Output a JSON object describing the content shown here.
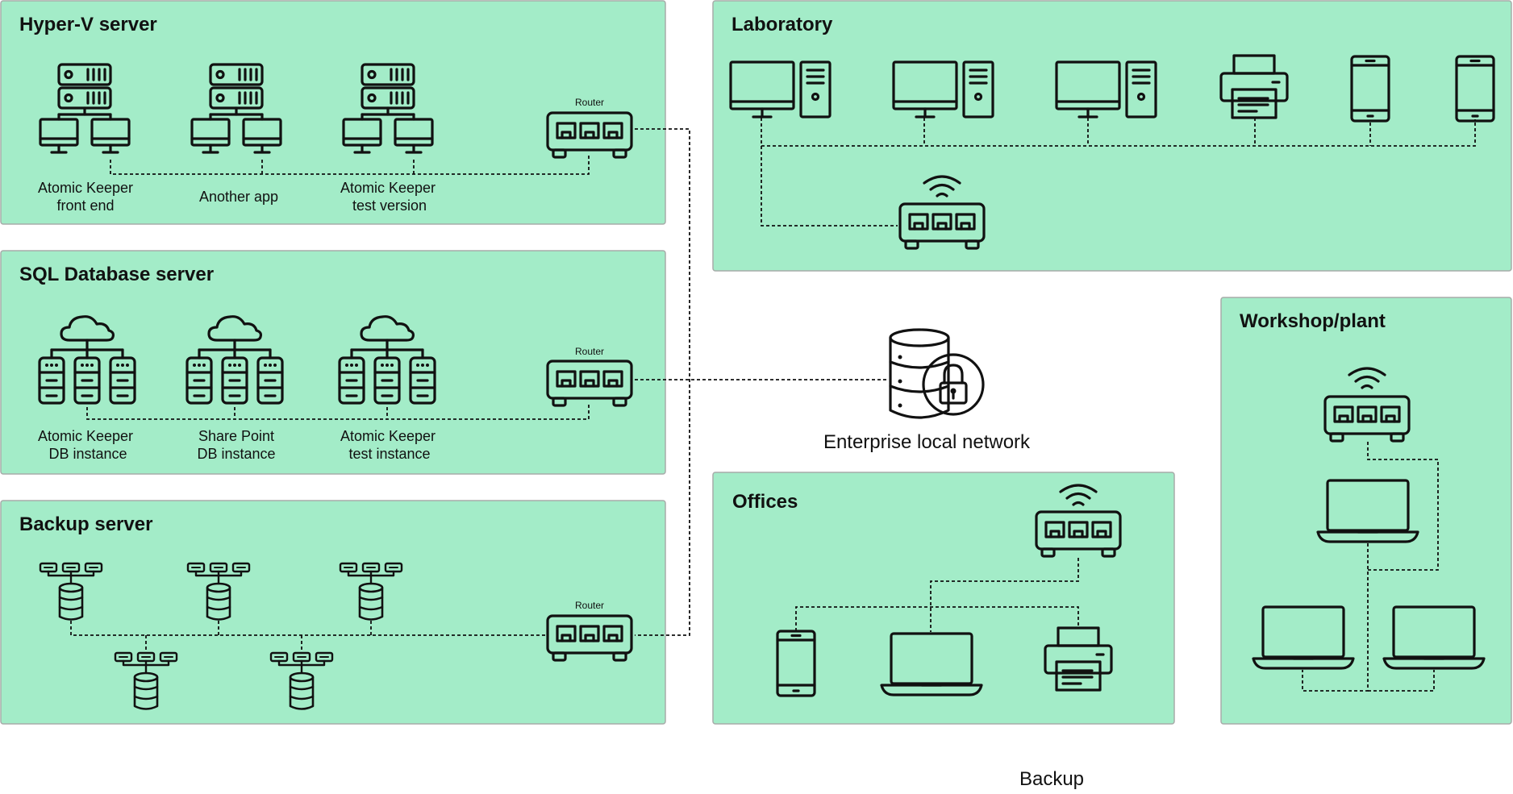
{
  "colors": {
    "panel_fill": "#a3ecc8",
    "panel_border": "#a7aba9",
    "line": "#111111"
  },
  "panels": {
    "hyperv": {
      "title": "Hyper-V server",
      "router_label": "Router",
      "apps": [
        {
          "label1": "Atomic Keeper",
          "label2": "front end"
        },
        {
          "label1": "Another app"
        },
        {
          "label1": "Atomic Keeper",
          "label2": "test version"
        }
      ]
    },
    "sql": {
      "title": "SQL Database server",
      "router_label": "Router",
      "instances": [
        {
          "label1": "Atomic Keeper",
          "label2": "DB instance"
        },
        {
          "label1": "Share Point",
          "label2": "DB instance"
        },
        {
          "label1": "Atomic Keeper",
          "label2": "test instance"
        }
      ]
    },
    "backup": {
      "title": "Backup server",
      "router_label": "Router"
    },
    "laboratory": {
      "title": "Laboratory"
    },
    "offices": {
      "title": "Offices"
    },
    "workshop": {
      "title": "Workshop/plant"
    }
  },
  "center": {
    "label": "Enterprise local network",
    "icon": "secure-database-icon"
  },
  "footer": {
    "label": "Backup"
  }
}
